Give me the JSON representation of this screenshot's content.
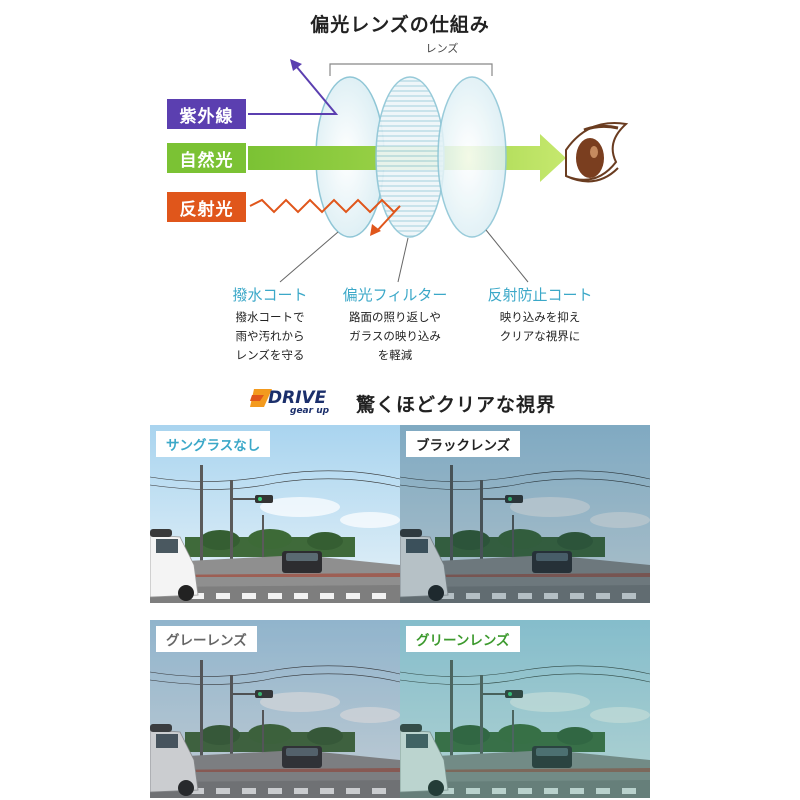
{
  "diagram": {
    "title": "偏光レンズの仕組み",
    "lens_label": "レンズ",
    "rays": [
      {
        "label": "紫外線",
        "color": "#5b3fb0"
      },
      {
        "label": "自然光",
        "color": "#7bc234"
      },
      {
        "label": "反射光",
        "color": "#e0561b"
      }
    ],
    "layers": [
      {
        "title": "撥水コート",
        "desc": [
          "撥水コートで",
          "雨や汚れから",
          "レンズを守る"
        ]
      },
      {
        "title": "偏光フィルター",
        "desc": [
          "路面の照り返しや",
          "ガラスの映り込み",
          "を軽減"
        ]
      },
      {
        "title": "反射防止コート",
        "desc": [
          "映り込みを抑え",
          "クリアな視界に"
        ]
      }
    ]
  },
  "comparison": {
    "brand_top": "DRIVE",
    "brand_bottom": "gear up",
    "headline": "驚くほどクリアな視界",
    "panels": [
      {
        "label": "サングラスなし",
        "label_color": "#3ba8c8"
      },
      {
        "label": "ブラックレンズ",
        "label_color": "#222222"
      },
      {
        "label": "グレーレンズ",
        "label_color": "#666666"
      },
      {
        "label": "グリーンレンズ",
        "label_color": "#3d9a2e"
      }
    ]
  }
}
